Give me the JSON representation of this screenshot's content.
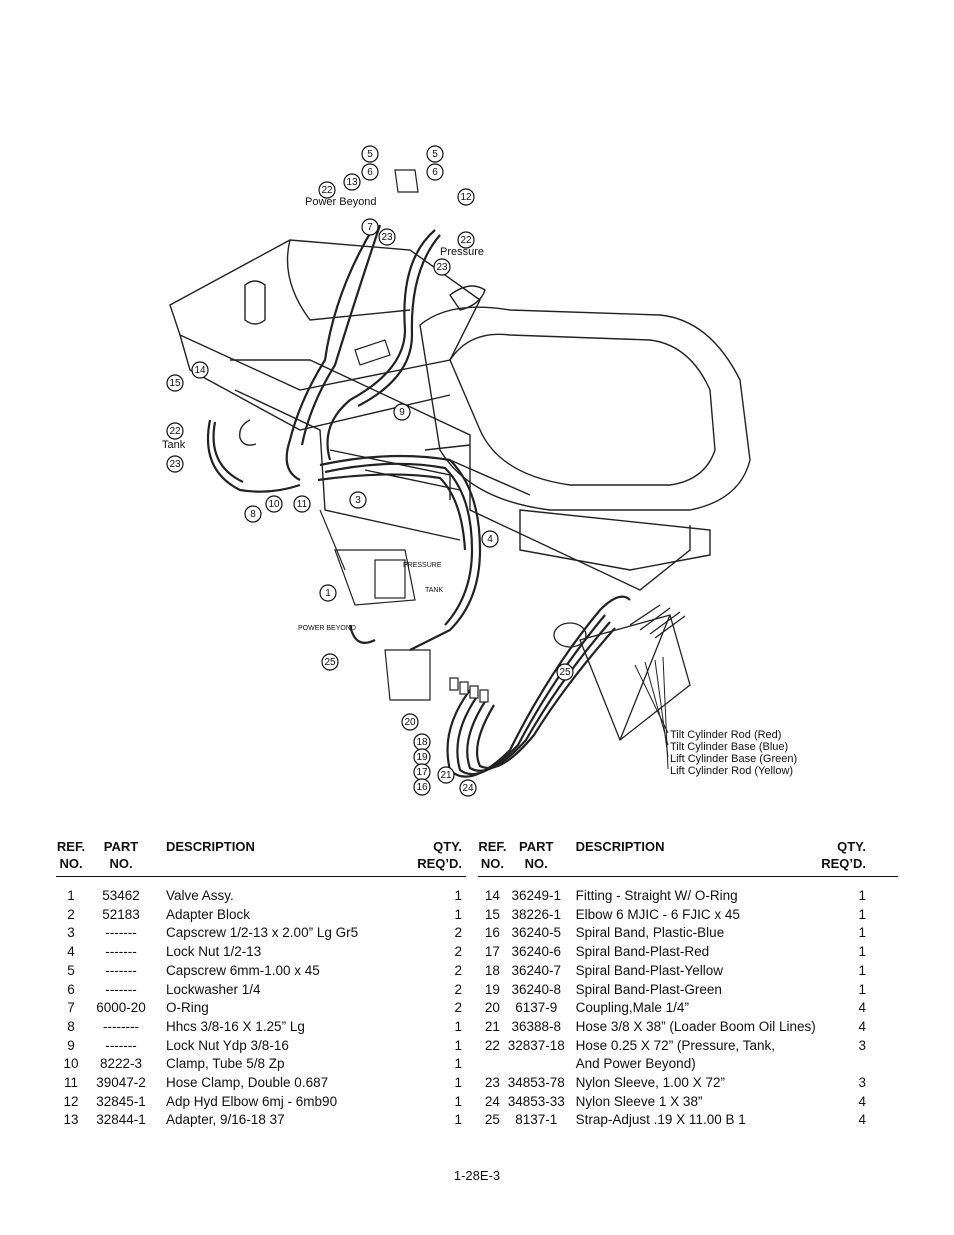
{
  "diagram": {
    "callouts": [
      "5",
      "5",
      "6",
      "6",
      "13",
      "22",
      "12",
      "7",
      "23",
      "22",
      "23",
      "14",
      "15",
      "22",
      "23",
      "9",
      "10",
      "11",
      "8",
      "3",
      "4",
      "1",
      "25",
      "25",
      "20",
      "18",
      "19",
      "17",
      "16",
      "21",
      "24"
    ],
    "labels": {
      "power_beyond": "Power Beyond",
      "pressure": "Pressure",
      "tank": "Tank",
      "valve_pressure": "PRESSURE",
      "valve_tank": "TANK",
      "valve_power_beyond": "POWER BEYOND"
    },
    "hose_labels": [
      "Tilt Cylinder Rod (Red)",
      "Tilt Cylinder Base (Blue)",
      "Lift Cylinder Base (Green)",
      "Lift Cylinder Rod (Yellow)"
    ]
  },
  "table": {
    "headers": {
      "ref": [
        "REF.",
        "NO."
      ],
      "part": [
        "PART",
        "NO."
      ],
      "description": "DESCRIPTION",
      "qty": [
        "QTY.",
        "REQ’D."
      ]
    },
    "left": [
      {
        "ref": "1",
        "part": "53462",
        "desc": "Valve Assy.",
        "qty": "1"
      },
      {
        "ref": "2",
        "part": "52183",
        "desc": "Adapter Block",
        "qty": "1"
      },
      {
        "ref": "3",
        "part": "-------",
        "desc": "Capscrew 1/2-13 x 2.00” Lg Gr5",
        "qty": "2"
      },
      {
        "ref": "4",
        "part": "-------",
        "desc": "Lock Nut 1/2-13",
        "qty": "2"
      },
      {
        "ref": "5",
        "part": "-------",
        "desc": "Capscrew 6mm-1.00 x 45",
        "qty": "2"
      },
      {
        "ref": "6",
        "part": "-------",
        "desc": "Lockwasher 1/4",
        "qty": "2"
      },
      {
        "ref": "7",
        "part": "6000-20",
        "desc": "O-Ring",
        "qty": "2"
      },
      {
        "ref": "8",
        "part": "--------",
        "desc": "Hhcs 3/8-16 X 1.25” Lg",
        "qty": "1"
      },
      {
        "ref": "9",
        "part": "-------",
        "desc": "Lock Nut Ydp 3/8-16",
        "qty": "1"
      },
      {
        "ref": "10",
        "part": "8222-3",
        "desc": "Clamp, Tube 5/8 Zp",
        "qty": "1"
      },
      {
        "ref": "11",
        "part": "39047-2",
        "desc": "Hose Clamp, Double 0.687",
        "qty": "1"
      },
      {
        "ref": "12",
        "part": "32845-1",
        "desc": "Adp Hyd Elbow 6mj - 6mb90",
        "qty": "1"
      },
      {
        "ref": "13",
        "part": "32844-1",
        "desc": "Adapter, 9/16-18 37",
        "qty": "1"
      }
    ],
    "right": [
      {
        "ref": "14",
        "part": "36249-1",
        "desc": "Fitting - Straight W/ O-Ring",
        "qty": "1"
      },
      {
        "ref": "15",
        "part": "38226-1",
        "desc": "Elbow 6 MJIC - 6 FJIC x 45",
        "qty": "1"
      },
      {
        "ref": "16",
        "part": "36240-5",
        "desc": "Spiral Band, Plastic-Blue",
        "qty": "1"
      },
      {
        "ref": "17",
        "part": "36240-6",
        "desc": "Spiral Band-Plast-Red",
        "qty": "1"
      },
      {
        "ref": "18",
        "part": "36240-7",
        "desc": "Spiral Band-Plast-Yellow",
        "qty": "1"
      },
      {
        "ref": "19",
        "part": "36240-8",
        "desc": " Spiral Band-Plast-Green",
        "qty": "1"
      },
      {
        "ref": "20",
        "part": "6137-9",
        "desc": "Coupling,Male 1/4”",
        "qty": "4"
      },
      {
        "ref": "21",
        "part": "36388-8",
        "desc": "Hose 3/8 X 38” (Loader Boom Oil Lines)",
        "qty": "4"
      },
      {
        "ref": "22",
        "part": "32837-18",
        "desc": "Hose 0.25 X 72” (Pressure, Tank,",
        "qty": "3"
      },
      {
        "ref": "",
        "part": "",
        "desc": "And Power Beyond)",
        "qty": ""
      },
      {
        "ref": "23",
        "part": "34853-78",
        "desc": "Nylon Sleeve, 1.00 X 72”",
        "qty": "3"
      },
      {
        "ref": "24",
        "part": "34853-33",
        "desc": "Nylon Sleeve 1 X 38”",
        "qty": "4"
      },
      {
        "ref": "25",
        "part": "8137-1",
        "desc": "Strap-Adjust .19 X 11.00 B 1",
        "qty": "4"
      }
    ]
  },
  "page_number": "1-28E-3"
}
